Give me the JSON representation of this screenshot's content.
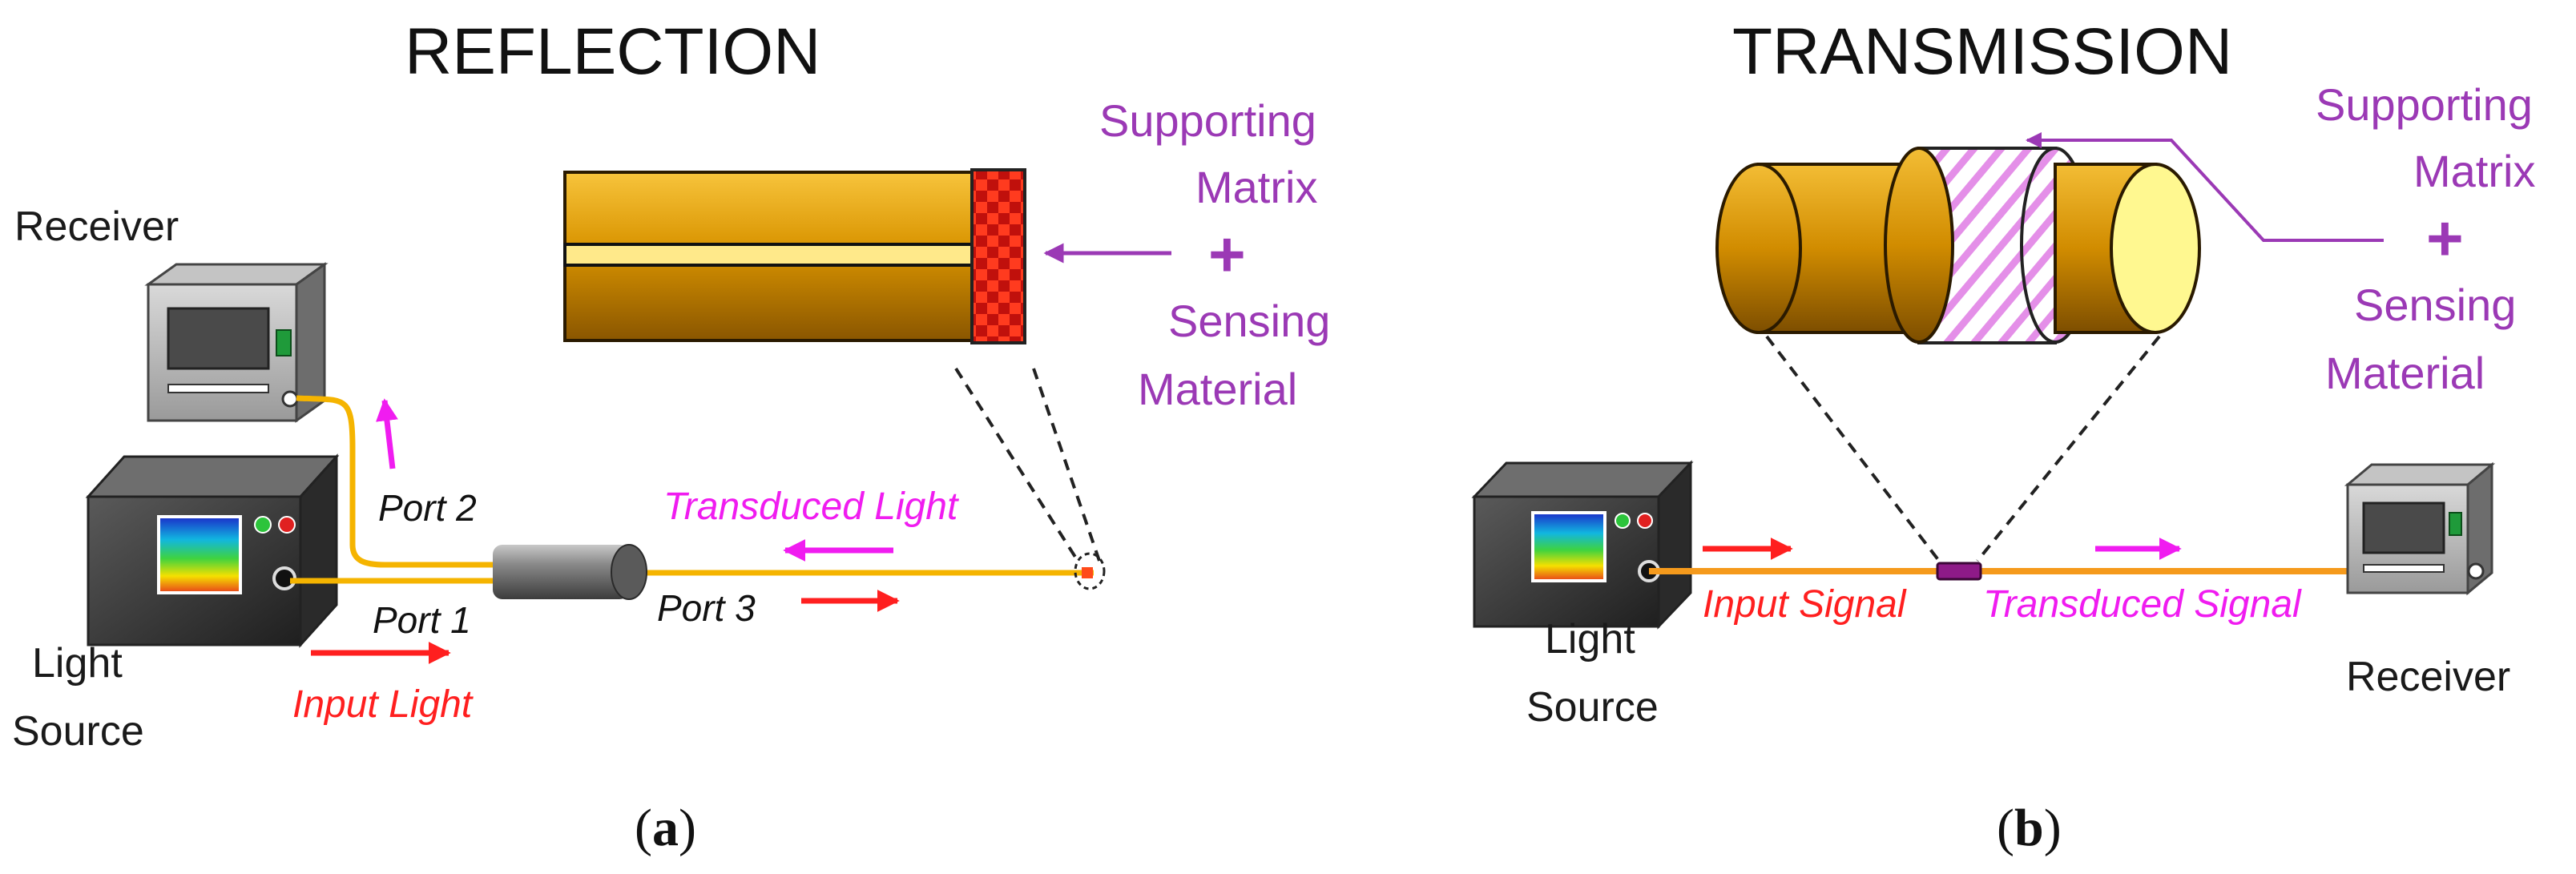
{
  "panel_a": {
    "title": "REFLECTION",
    "receiver_label": "Receiver",
    "light_source_line1": "Light",
    "light_source_line2": "Source",
    "port1": "Port 1",
    "port2": "Port 2",
    "port3": "Port 3",
    "input_light": "Input Light",
    "transduced_light": "Transduced Light",
    "matrix_line1": "Supporting",
    "matrix_line2": "Matrix",
    "plus": "+",
    "sensing_line1": "Sensing",
    "sensing_line2": "Material",
    "caption_open": "(",
    "caption_letter": "a",
    "caption_close": ")"
  },
  "panel_b": {
    "title": "TRANSMISSION",
    "receiver_label": "Receiver",
    "light_source_line1": "Light",
    "light_source_line2": "Source",
    "input_signal": "Input Signal",
    "transduced_signal": "Transduced Signal",
    "matrix_line1": "Supporting",
    "matrix_line2": "Matrix",
    "plus": "+",
    "sensing_line1": "Sensing",
    "sensing_line2": "Material",
    "caption_open": "(",
    "caption_letter": "b",
    "caption_close": ")"
  },
  "colors": {
    "fiber_yellow": "#f5b400",
    "fiber_orange": "#f59a1c",
    "purple_text": "#9b39b5",
    "red_arrow": "#ff1f1f",
    "magenta_arrow": "#f01cf0"
  }
}
